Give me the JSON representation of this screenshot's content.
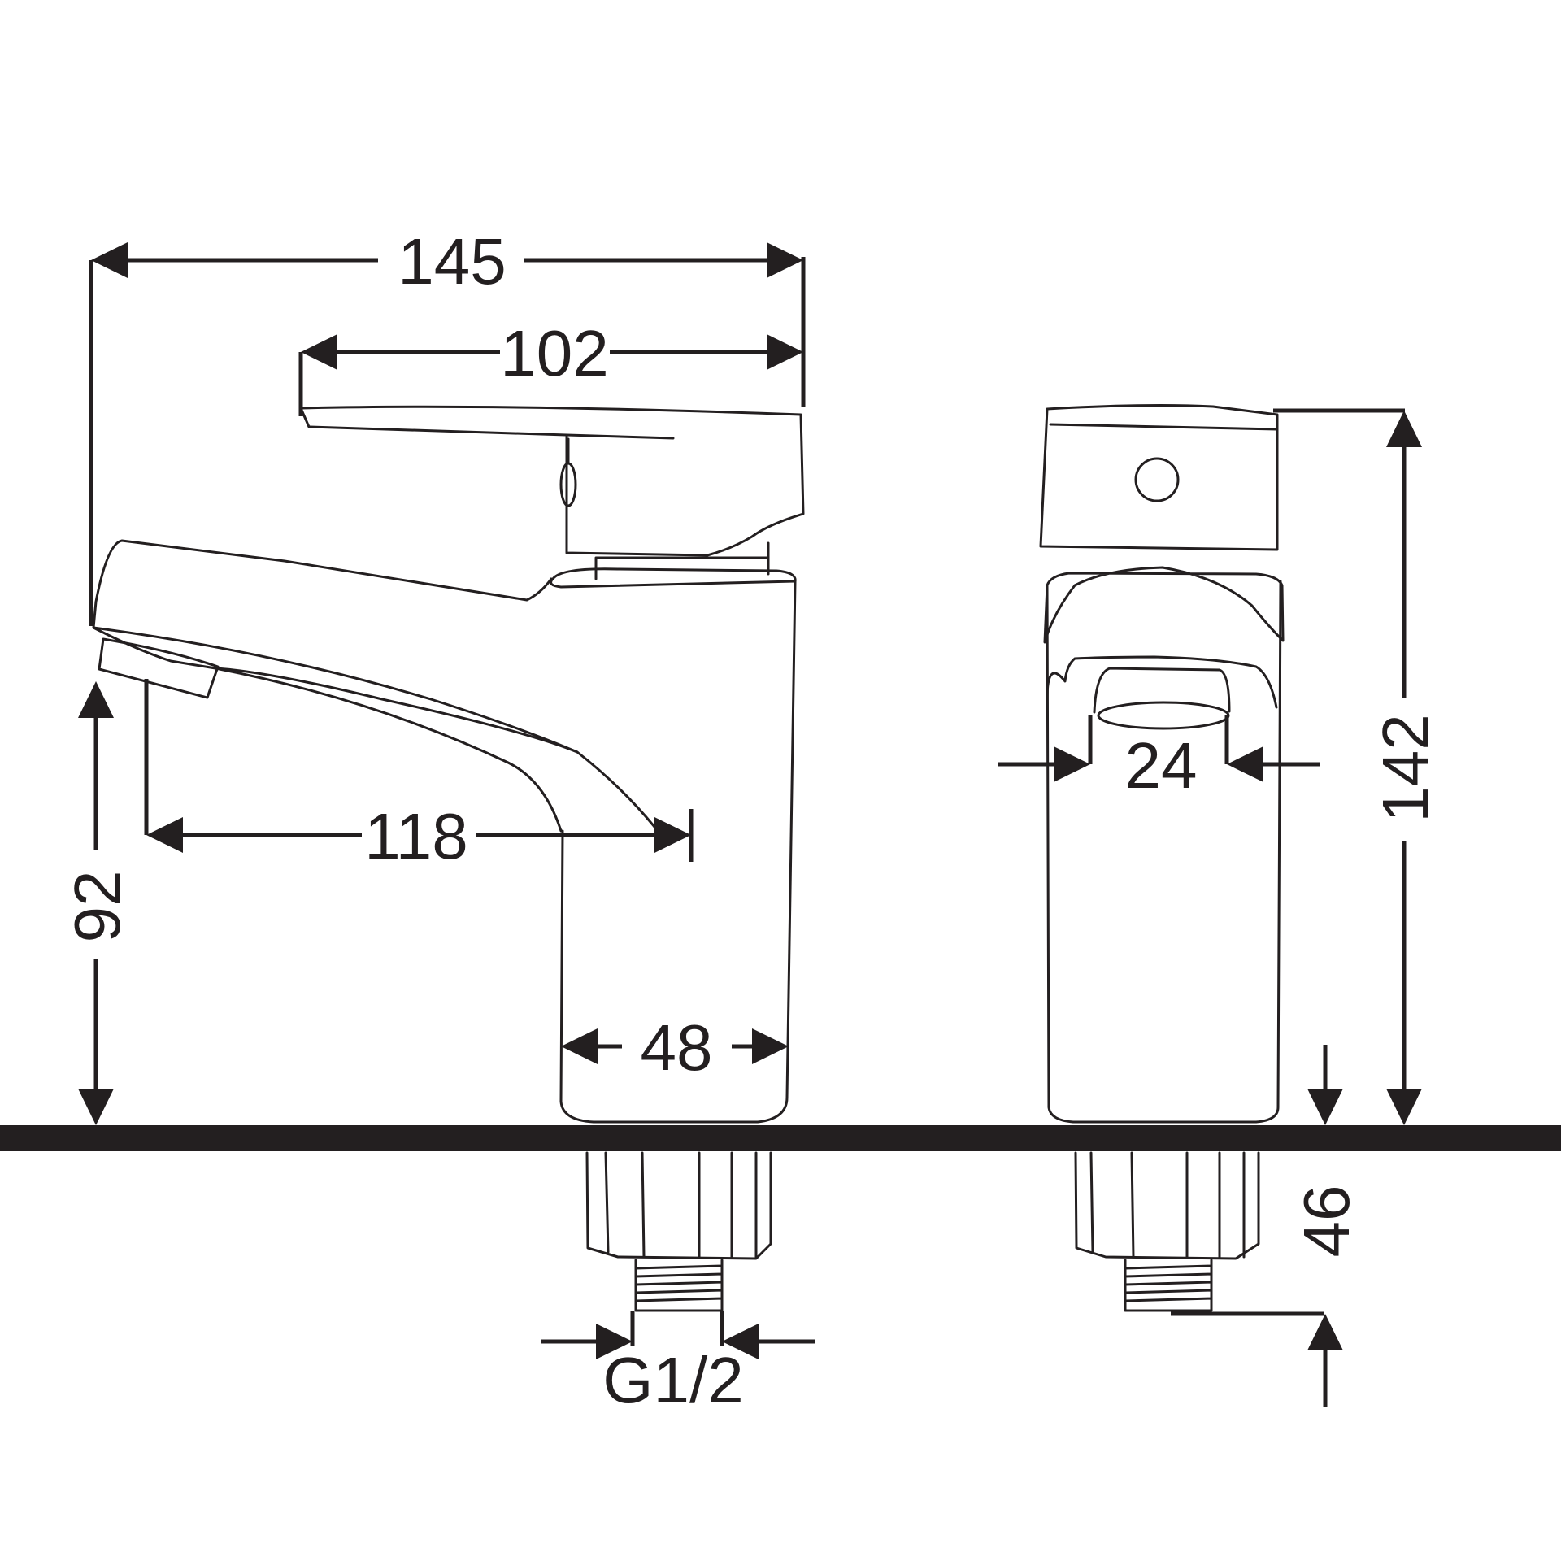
{
  "colors": {
    "ink": "#231f20",
    "background": "#ffffff"
  },
  "dimensions": {
    "overall_length": "145",
    "handle_length": "102",
    "spout_reach": "118",
    "spout_height": "92",
    "body_diameter": "48",
    "total_height": "142",
    "handle_width": "24",
    "shank_length": "46",
    "connection_thread": "G1/2"
  }
}
